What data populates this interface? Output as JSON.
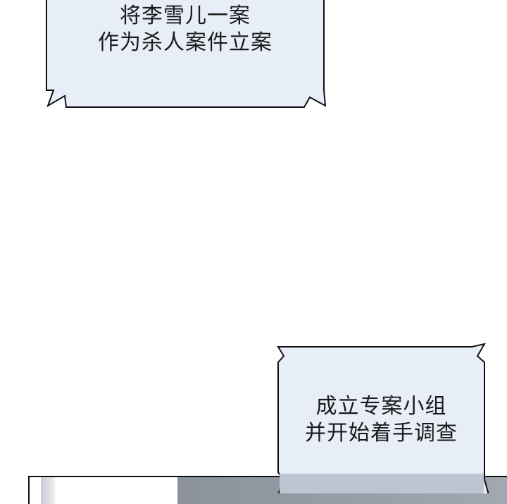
{
  "bubbles": [
    {
      "lines": [
        "将李雪儿一案",
        "作为杀人案件立案"
      ]
    },
    {
      "lines": [
        "成立专案小组",
        "并开始着手调查"
      ]
    }
  ],
  "colors": {
    "bubble_fill": "#e8eef8",
    "outline": "#111111"
  }
}
